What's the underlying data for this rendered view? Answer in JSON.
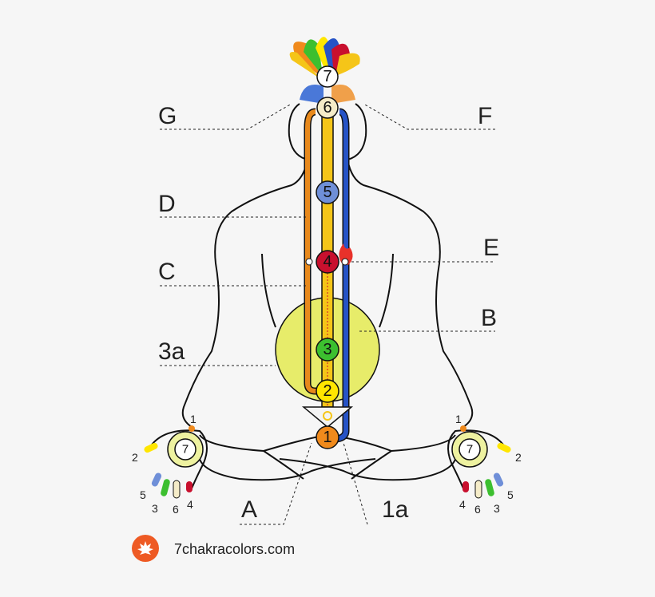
{
  "labels": {
    "G": "G",
    "F": "F",
    "D": "D",
    "E": "E",
    "C": "C",
    "B": "B",
    "three_a": "3a",
    "A": "A",
    "one_a": "1a"
  },
  "chakras": [
    "7",
    "6",
    "5",
    "4",
    "3",
    "2",
    "1"
  ],
  "hand_left": {
    "center": "7",
    "n1": "1",
    "n2": "2",
    "n3": "3",
    "n4": "4",
    "n5": "5",
    "n6": "6"
  },
  "hand_right": {
    "center": "7",
    "n1": "1",
    "n2": "2",
    "n3": "3",
    "n4": "4",
    "n5": "5",
    "n6": "6"
  },
  "brand": {
    "text": "7chakracolors.com"
  },
  "colors": {
    "crown": "#ffffff",
    "third_eye": "#f5ecc8",
    "throat": "#6f8fd8",
    "heart": "#c8102e",
    "solar": "#3cbf2f",
    "sacral": "#ffe600",
    "root": "#f08a1c",
    "ida": "#e8891c",
    "pingala": "#2653c6",
    "sushumna": "#f5c518",
    "halo": "#e7ec6a"
  }
}
